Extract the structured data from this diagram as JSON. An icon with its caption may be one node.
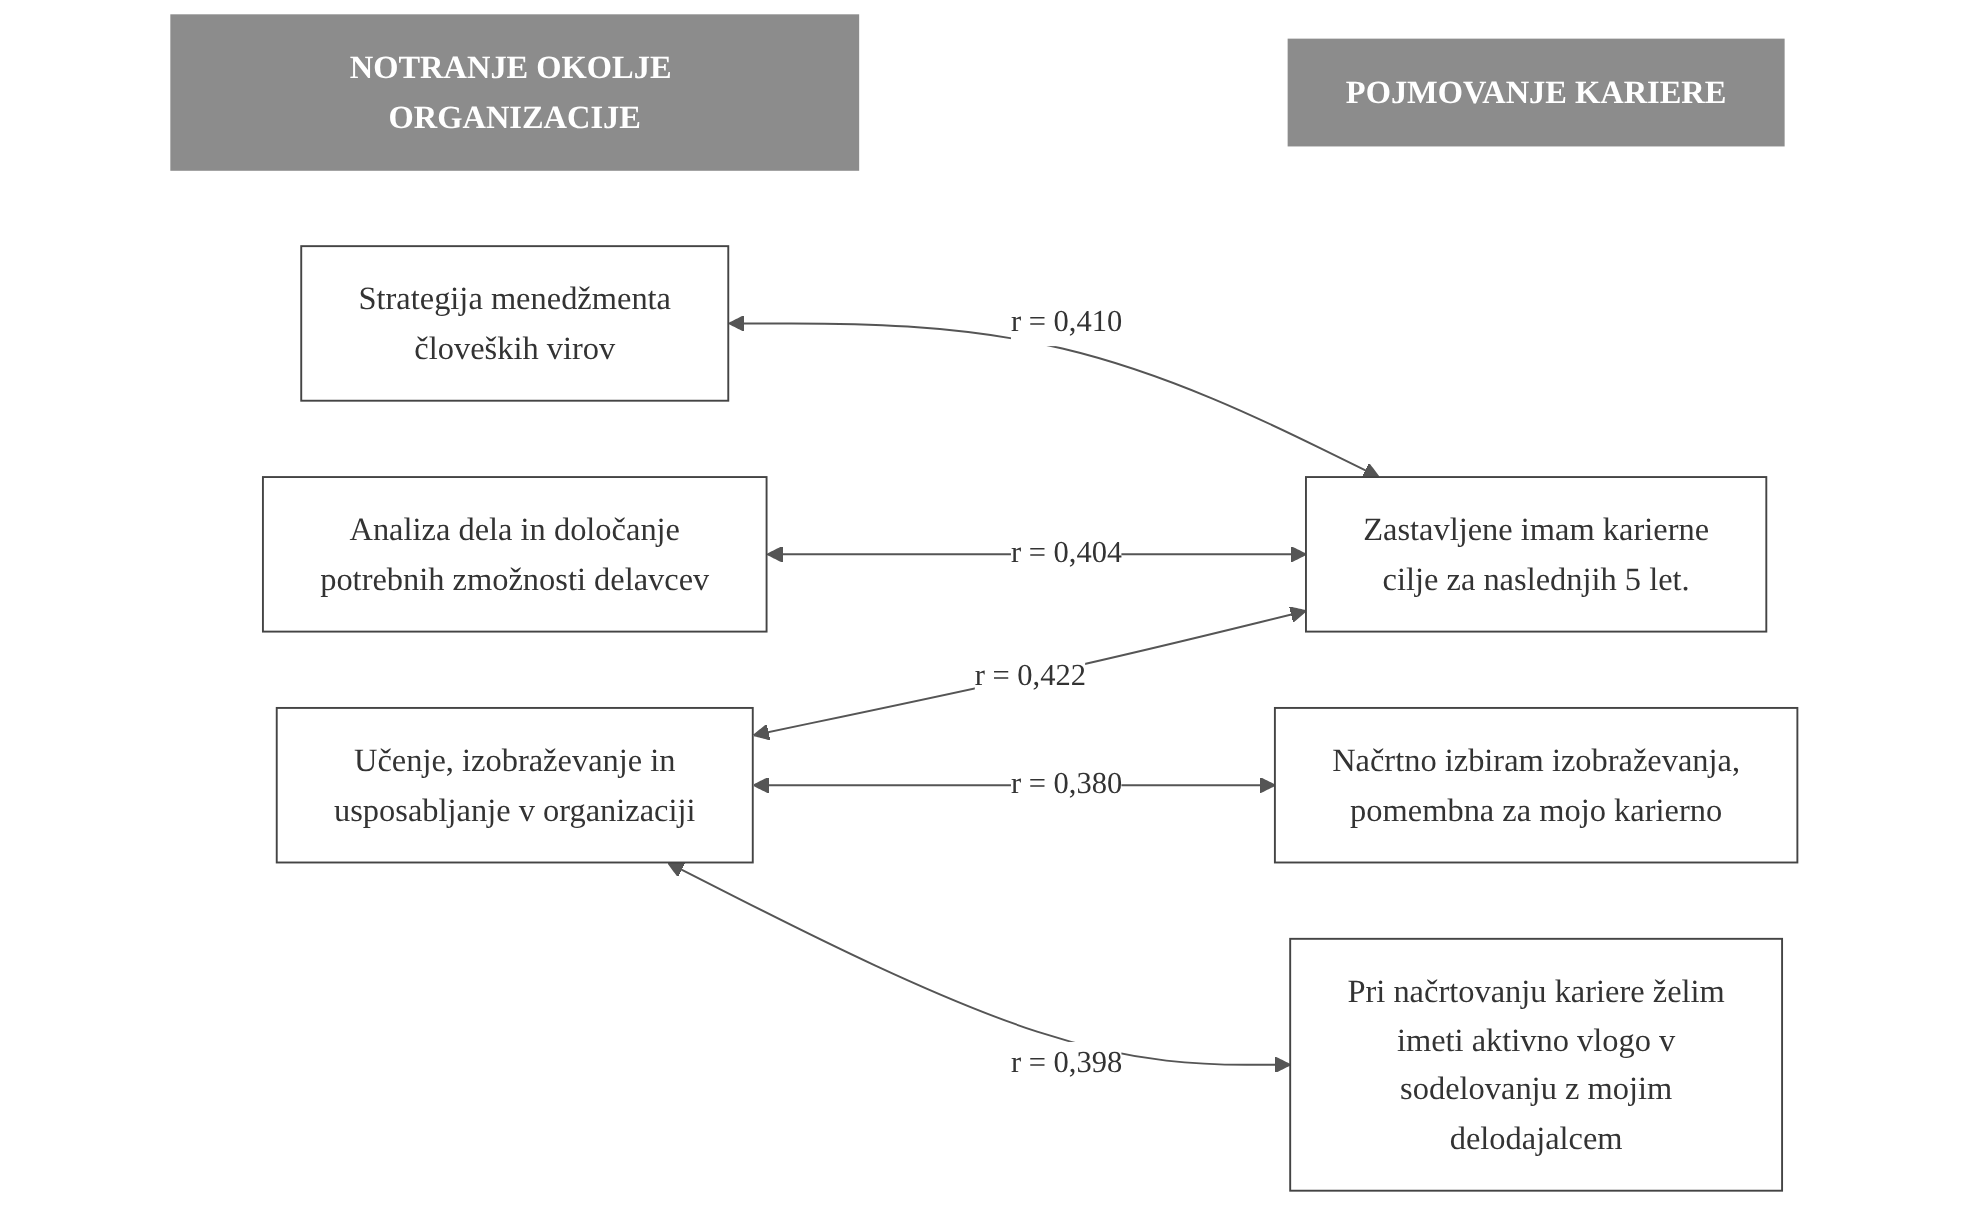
{
  "diagram": {
    "nodes": [
      {
        "text": [
          "NOTRANJE OKOLJE ORGANIZACIJE"
        ]
      },
      {
        "text": [
          "POJMOVANJE KARIERE"
        ]
      },
      {
        "text": [
          "Strategija menedžmenta človeških virov"
        ]
      },
      {
        "text": [
          "Zastavljene imam karierne cilje za naslednjih 5 let."
        ]
      },
      {
        "text": [
          "Analiza dela in določanje potrebnih zmožnosti delavcev"
        ]
      },
      {
        "text": [
          "Načrtno izbiram izobraževanja, pomembna za mojo karierno"
        ]
      },
      {
        "text": [
          "Učenje, izobraževanje in usposabljanje v organizaciji"
        ]
      },
      {
        "text": [
          "Pri načrtovanju kariere želim imeti aktivno vlogo v sodelovanju z mojim delodajalcem"
        ]
      }
    ],
    "edges": [
      {
        "from": 2,
        "to": 3,
        "arrow": "both",
        "label": "r = 0,410"
      },
      {
        "from": 4,
        "to": 3,
        "arrow": "both",
        "label": "r = 0,404"
      },
      {
        "from": 6,
        "to": 3,
        "arrow": "both",
        "label": "r = 0,422"
      },
      {
        "from": 6,
        "to": 5,
        "arrow": "both",
        "label": "r = 0,380"
      },
      {
        "from": 6,
        "to": 7,
        "arrow": "both",
        "label": "r = 0,398"
      }
    ]
  }
}
